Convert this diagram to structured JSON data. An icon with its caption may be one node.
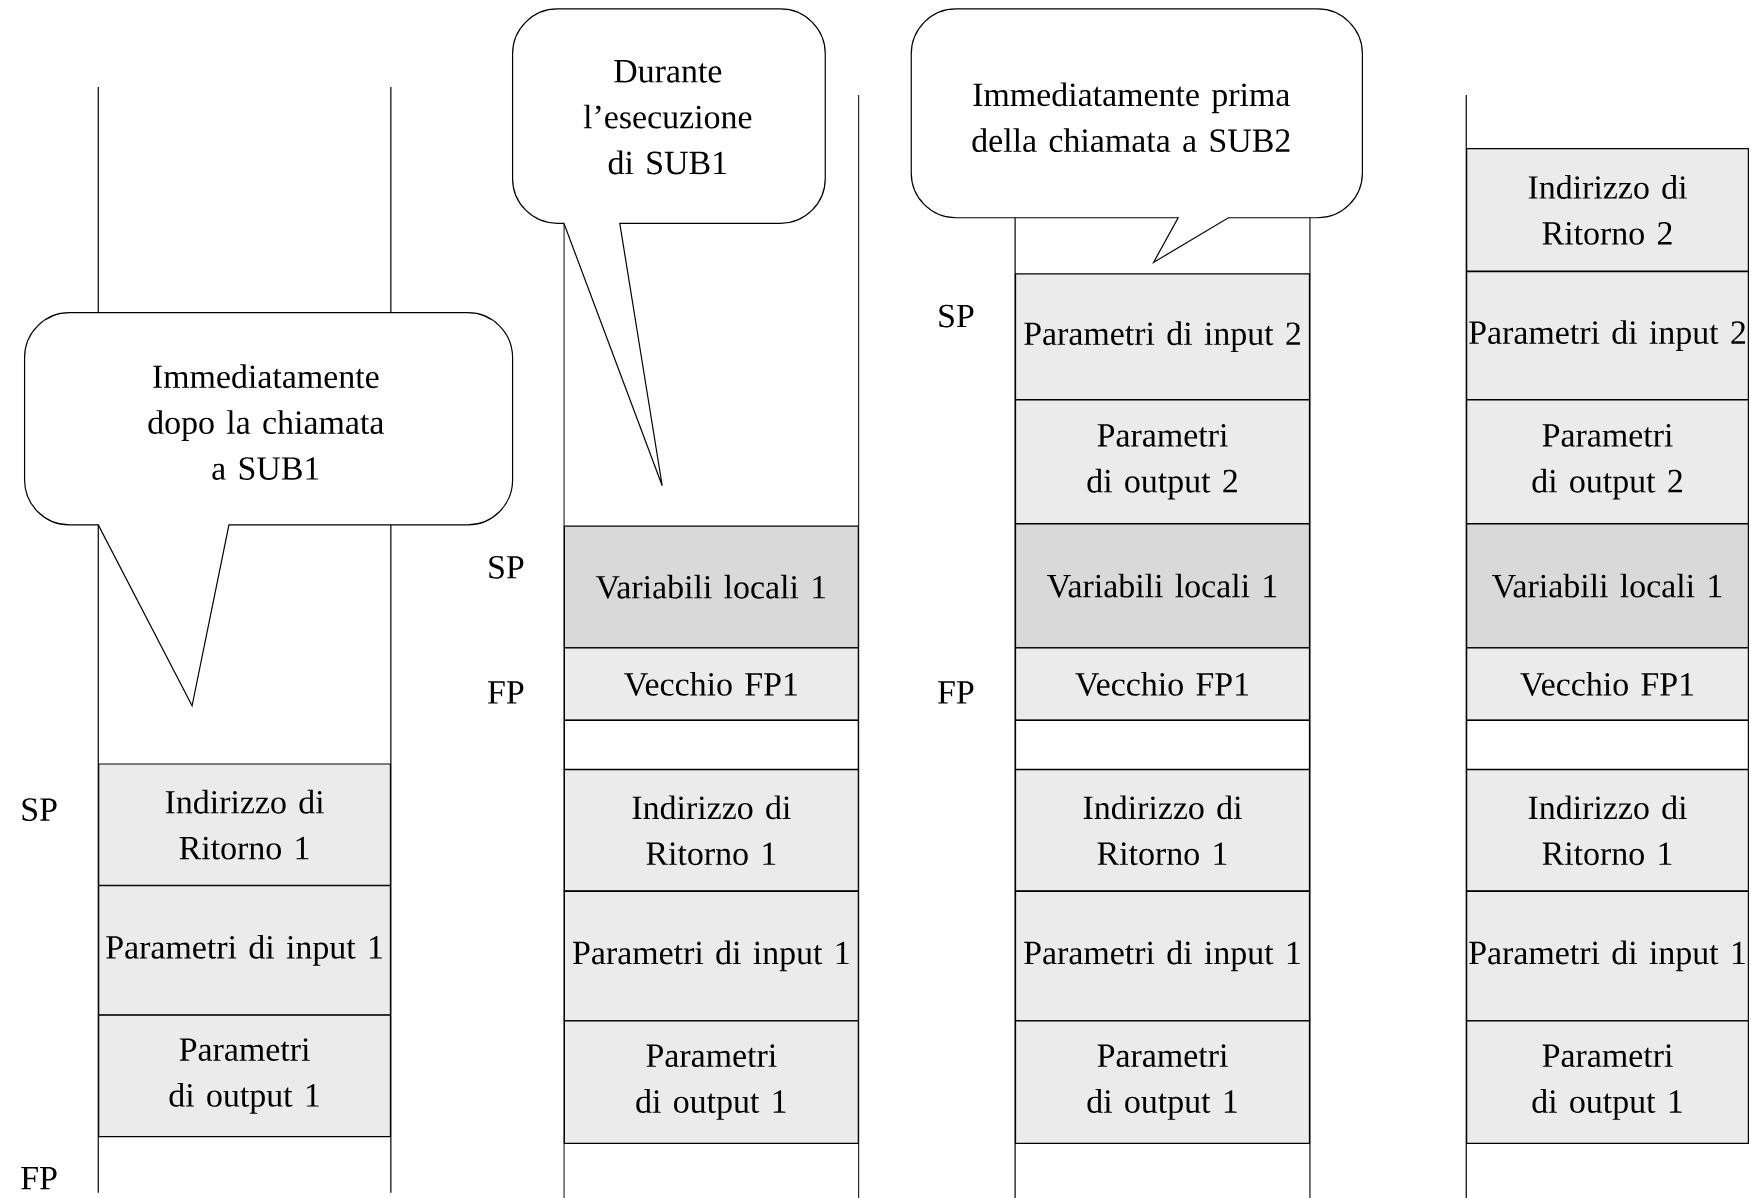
{
  "diagram": {
    "nodes": [
      {
        "text": [
          "Immediatamente dopo la chiamata a SUB1"
        ]
      },
      {
        "text": [
          "Indirizzo di Ritorno 1"
        ]
      },
      {
        "text": [
          "Parametri di input 1"
        ]
      },
      {
        "text": [
          "Parametri di output 1"
        ]
      },
      {
        "text": [
          "Durante l’esecuzione di SUB1"
        ]
      },
      {
        "text": [
          "Variabili locali 1"
        ]
      },
      {
        "text": [
          "Vecchio  FP1"
        ]
      },
      {
        "text": [],
        "shape": "box"
      },
      {
        "text": [
          "Indirizzo di Ritorno 1"
        ]
      },
      {
        "text": [
          "Parametri di input 1"
        ]
      },
      {
        "text": [
          "Parametri di output 1"
        ]
      },
      {
        "text": [
          "Immediatamente prima della chiamata a SUB2"
        ]
      },
      {
        "text": [
          "Parametri di input 2"
        ]
      },
      {
        "text": [
          "Parametri di output 2"
        ]
      },
      {
        "text": [
          "Variabili locali 1"
        ]
      },
      {
        "text": [
          "Vecchio  FP1"
        ]
      },
      {
        "text": [],
        "shape": "box"
      },
      {
        "text": [
          "Indirizzo di Ritorno 1"
        ]
      },
      {
        "text": [
          "Parametri di input 1"
        ]
      },
      {
        "text": [
          "Parametri di output 1"
        ]
      },
      {
        "text": [
          "Indirizzo di Ritorno 2"
        ]
      },
      {
        "text": [
          "Parametri di input 2"
        ]
      },
      {
        "text": [
          "Parametri di output 2"
        ]
      },
      {
        "text": [
          "Variabili locali 1"
        ]
      },
      {
        "text": [
          "Vecchio  FP1"
        ]
      },
      {
        "text": [],
        "shape": "box"
      },
      {
        "text": [
          "Indirizzo di Ritorno 1"
        ]
      },
      {
        "text": [
          "Parametri di input 1"
        ]
      },
      {
        "text": [
          "Parametri di output 1"
        ]
      }
    ],
    "labels": [
      "SP",
      "FP",
      "SP",
      "FP",
      "SP",
      "FP"
    ]
  }
}
